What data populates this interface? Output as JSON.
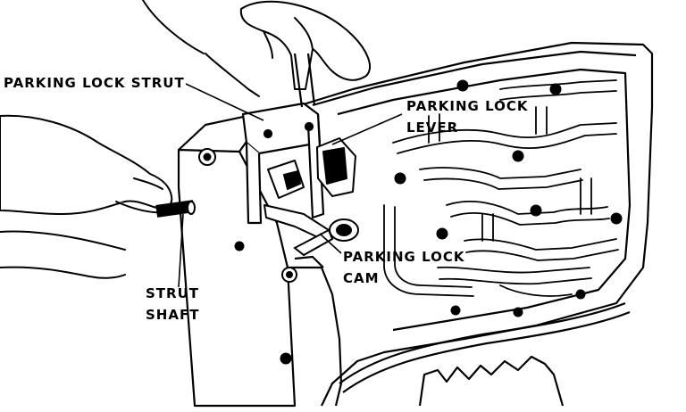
{
  "labels": {
    "strut": "PARKING LOCK STRUT",
    "lever_line1": "PARKING LOCK",
    "lever_line2": "LEVER",
    "cam_line1": "PARKING LOCK",
    "cam_line2": "CAM",
    "shaft_line1": "STRUT",
    "shaft_line2": "SHAFT"
  },
  "colors": {
    "ink": "#000000",
    "paper": "#ffffff"
  }
}
